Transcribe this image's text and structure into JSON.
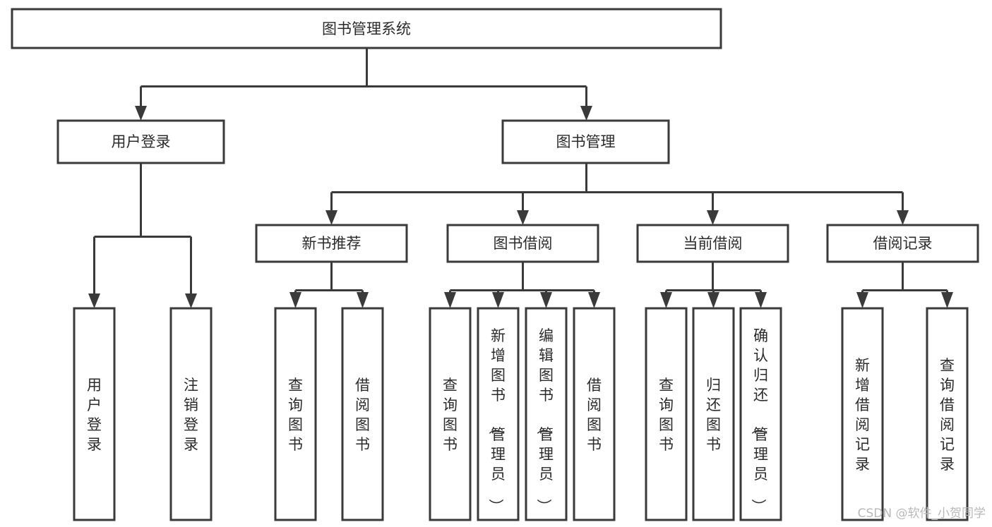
{
  "diagram": {
    "title": "图书管理系统",
    "type": "tree-hierarchy-diagram",
    "orientation": "top-down",
    "watermark": "CSDN @软件_小贺同学",
    "colors": {
      "background": "#ffffff",
      "box_stroke": "#3a3a3a",
      "box_fill": "#ffffff",
      "text": "#2b2b2b",
      "connector": "#3a3a3a",
      "watermark": "#b9b9b9"
    },
    "root": {
      "label": "图书管理系统",
      "text_orientation": "horizontal"
    },
    "level1": [
      {
        "label": "用户登录",
        "text_orientation": "horizontal"
      },
      {
        "label": "图书管理",
        "text_orientation": "horizontal"
      }
    ],
    "level2": [
      {
        "label": "新书推荐",
        "text_orientation": "horizontal",
        "parent": "图书管理"
      },
      {
        "label": "图书借阅",
        "text_orientation": "horizontal",
        "parent": "图书管理"
      },
      {
        "label": "当前借阅",
        "text_orientation": "horizontal",
        "parent": "图书管理"
      },
      {
        "label": "借阅记录",
        "text_orientation": "horizontal",
        "parent": "图书管理"
      }
    ],
    "leaves": [
      {
        "label": "用户登录",
        "parent": "用户登录",
        "text_orientation": "vertical"
      },
      {
        "label": "注销登录",
        "parent": "用户登录",
        "text_orientation": "vertical"
      },
      {
        "label": "查询图书",
        "parent": "新书推荐",
        "text_orientation": "vertical"
      },
      {
        "label": "借阅图书",
        "parent": "新书推荐",
        "text_orientation": "vertical"
      },
      {
        "label": "查询图书",
        "parent": "图书借阅",
        "text_orientation": "vertical"
      },
      {
        "label": "新增图书（管理员）",
        "parent": "图书借阅",
        "text_orientation": "vertical"
      },
      {
        "label": "编辑图书（管理员）",
        "parent": "图书借阅",
        "text_orientation": "vertical"
      },
      {
        "label": "借阅图书",
        "parent": "图书借阅",
        "text_orientation": "vertical"
      },
      {
        "label": "查询图书",
        "parent": "当前借阅",
        "text_orientation": "vertical"
      },
      {
        "label": "归还图书",
        "parent": "当前借阅",
        "text_orientation": "vertical"
      },
      {
        "label": "确认归还（管理员）",
        "parent": "当前借阅",
        "text_orientation": "vertical"
      },
      {
        "label": "新增借阅记录",
        "parent": "借阅记录",
        "text_orientation": "vertical"
      },
      {
        "label": "查询借阅记录",
        "parent": "借阅记录",
        "text_orientation": "vertical"
      }
    ],
    "labels": {
      "root_title": "图书管理系统",
      "n_user_login": "用户登录",
      "n_book_manage": "图书管理",
      "n_new_book_rec": "新书推荐",
      "n_book_borrow": "图书借阅",
      "n_current_borrow": "当前借阅",
      "n_borrow_record": "借阅记录",
      "l_user_login": "用户登录",
      "l_logout": "注销登录",
      "l_query_book_1": "查询图书",
      "l_borrow_book_1": "借阅图书",
      "l_query_book_2": "查询图书",
      "l_add_book_admin": "新增图书（管理员）",
      "l_edit_book_admin": "编辑图书（管理员）",
      "l_borrow_book_2": "借阅图书",
      "l_query_book_3": "查询图书",
      "l_return_book": "归还图书",
      "l_confirm_return_admin": "确认归还（管理员）",
      "l_add_borrow_record": "新增借阅记录",
      "l_query_borrow_record": "查询借阅记录",
      "watermark": "CSDN @软件_小贺同学"
    }
  }
}
